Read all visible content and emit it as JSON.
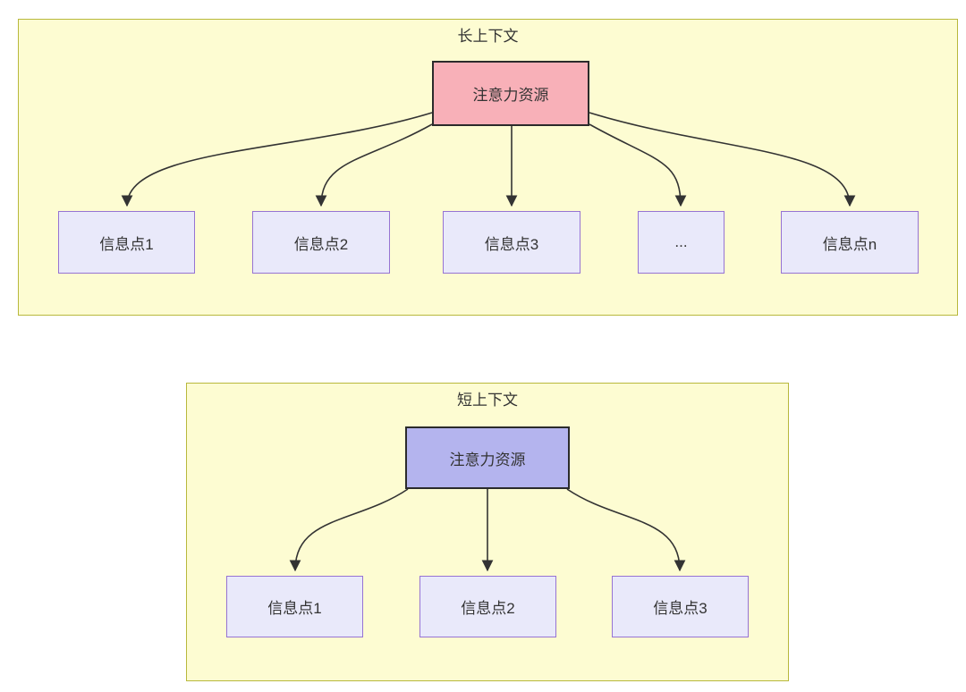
{
  "diagrams": [
    {
      "title": "长上下文",
      "attention_label": "注意力资源",
      "nodes": [
        "信息点1",
        "信息点2",
        "信息点3",
        "...",
        "信息点n"
      ]
    },
    {
      "title": "短上下文",
      "attention_label": "注意力资源",
      "nodes": [
        "信息点1",
        "信息点2",
        "信息点3"
      ]
    }
  ],
  "colors": {
    "canvas_bg": "#ffffff",
    "container_bg": "#fdfcd2",
    "container_border": "#b8b83c",
    "attention_long_fill": "#f8b0b8",
    "attention_short_fill": "#b4b4ee",
    "attention_border": "#2b2b2b",
    "info_fill": "#e9e9fa",
    "info_border": "#9673d3",
    "edge_color": "#333333",
    "text_color": "#333333"
  }
}
